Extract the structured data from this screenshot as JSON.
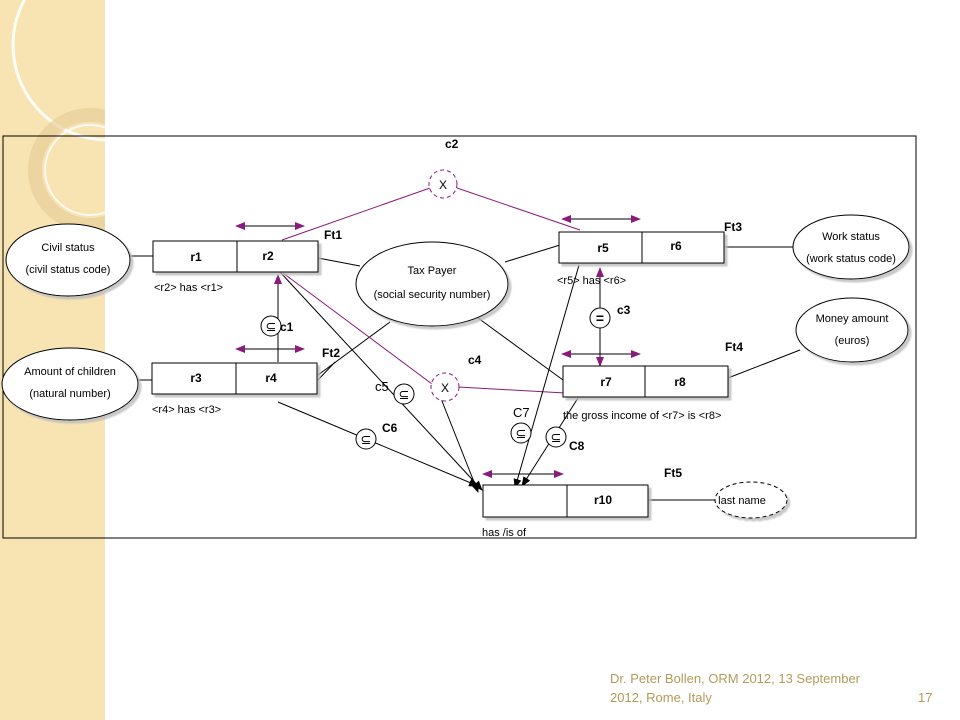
{
  "entities": {
    "civil_status": {
      "name": "Civil status",
      "ref": "(civil status code)"
    },
    "amount_children": {
      "name": "Amount of children",
      "ref": "(natural number)"
    },
    "tax_payer": {
      "name": "Tax Payer",
      "ref": "(social security number)"
    },
    "work_status": {
      "name": "Work status",
      "ref": "(work status code)"
    },
    "money_amount": {
      "name": "Money amount",
      "ref": "(euros)"
    },
    "last_name": {
      "name": "last name"
    }
  },
  "fact_types": {
    "ft1": {
      "label": "Ft1",
      "role_a": "r1",
      "role_b": "r2",
      "reading": "<r2> has <r1>"
    },
    "ft2": {
      "label": "Ft2",
      "role_a": "r3",
      "role_b": "r4",
      "reading": "<r4> has <r3>"
    },
    "ft3": {
      "label": "Ft3",
      "role_a": "r5",
      "role_b": "r6",
      "reading": "<r5> has <r6>"
    },
    "ft4": {
      "label": "Ft4",
      "role_a": "r7",
      "role_b": "r8",
      "reading": "the gross income of <r7> is <r8>"
    },
    "ft5": {
      "label": "Ft5",
      "role_a": "",
      "role_b": "r10",
      "reading": "has  /is of"
    }
  },
  "constraints": {
    "c1": "c1",
    "c2": "c2",
    "c3": "c3",
    "c4": "c4",
    "c5": "c5",
    "c6": "C6",
    "c7": "C7",
    "c8": "C8"
  },
  "symbols": {
    "exclusion": "X",
    "subset": "⊆",
    "equality": "="
  },
  "colors": {
    "purple": "#8b1a7d",
    "sidebar": "#f8e3b2"
  },
  "footer": {
    "line1": "Dr. Peter Bollen, ORM 2012, 13 September",
    "line2": "2012,  Rome, Italy",
    "slide_number": "17"
  }
}
